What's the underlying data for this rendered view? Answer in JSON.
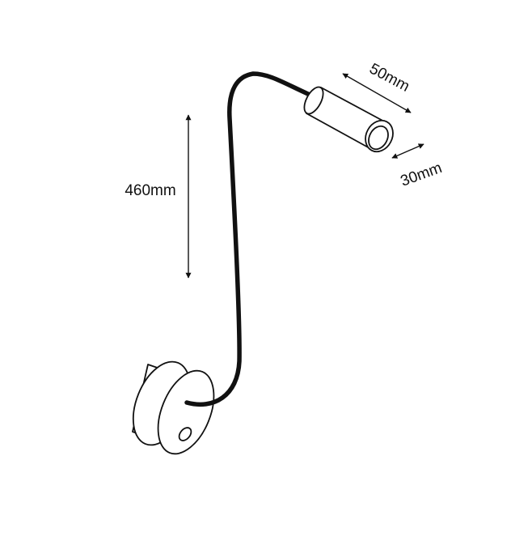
{
  "dimensions": {
    "height_label": "460mm",
    "length_label": "50mm",
    "diameter_label": "30mm"
  },
  "colors": {
    "line": "#111111",
    "arm": "#111111",
    "background": "#ffffff"
  }
}
